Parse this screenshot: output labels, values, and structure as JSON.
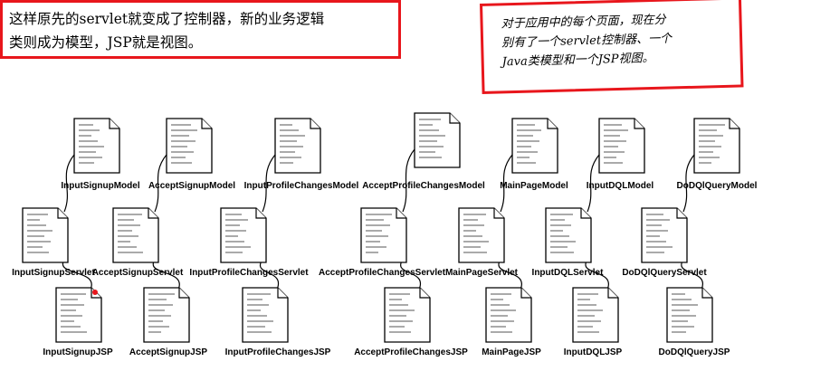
{
  "notes": {
    "left": "这样原先的servlet就变成了控制器，新的业务逻辑\n类则成为模型，JSP就是视图。",
    "right": "对于应用中的每个页面，现在分\n别有了一个servlet控制器、一个\nJava类模型和一个JSP视图。"
  },
  "models": [
    "InputSignupModel",
    "AcceptSignupModel",
    "InputProfileChangesModel",
    "AcceptProfileChangesModel",
    "MainPageModel",
    "InputDQLModel",
    "DoDQlQueryModel"
  ],
  "servlets": [
    "InputSignupServlet",
    "AcceptSignupServlet",
    "InputProfileChangesServlet",
    "AcceptProfileChangesServlet",
    "MainPageServlet",
    "InputDQLServlet",
    "DoDQlQueryServlet"
  ],
  "jsps": [
    "InputSignupJSP",
    "AcceptSignupJSP",
    "InputProfileChangesJSP",
    "AcceptProfileChangesJSP",
    "MainPageJSP",
    "InputDQLJSP",
    "DoDQlQueryJSP"
  ],
  "colors": {
    "frame": "#e8161c",
    "marker": "#e8161c"
  }
}
